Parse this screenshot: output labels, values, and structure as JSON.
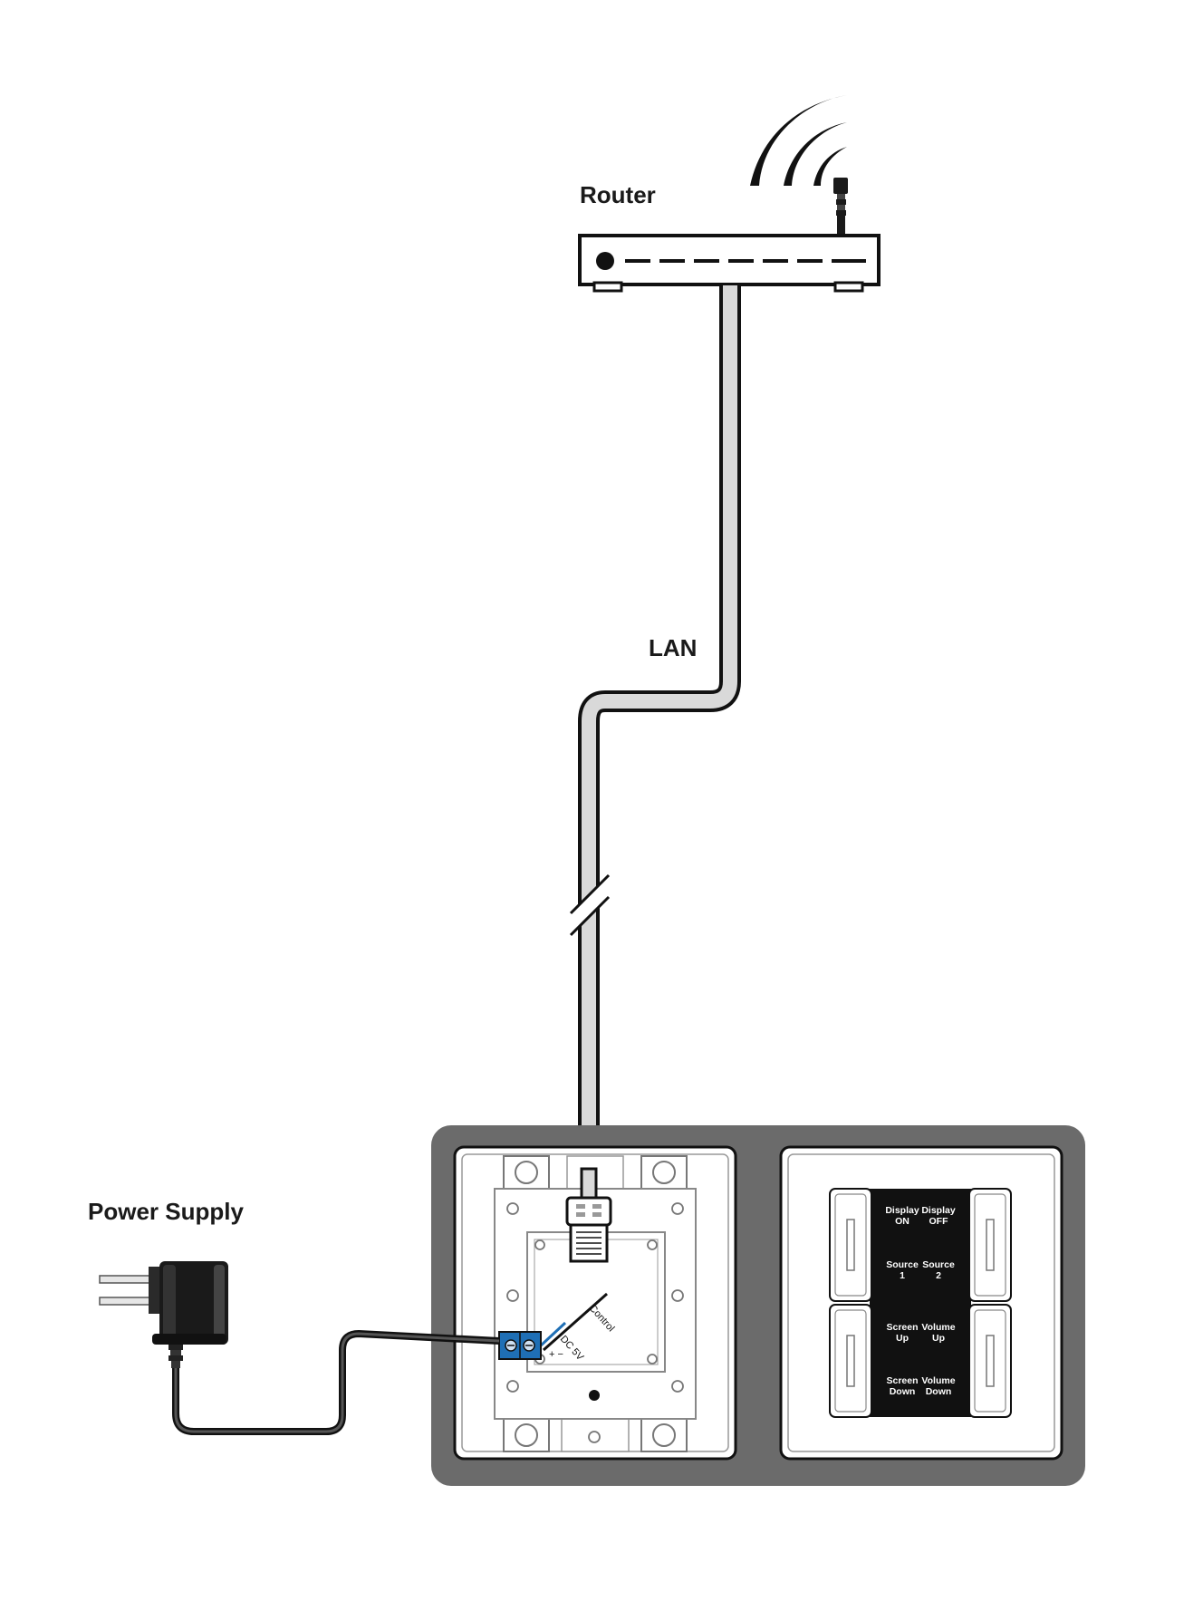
{
  "labels": {
    "router": "Router",
    "lan": "LAN",
    "power_supply": "Power Supply"
  },
  "terminal": {
    "control": "Control",
    "dc_5v": "DC 5V",
    "plus_minus": "+ −"
  },
  "keypad_buttons": [
    {
      "line1": "Display",
      "line2": "ON"
    },
    {
      "line1": "Display",
      "line2": "OFF"
    },
    {
      "line1": "Source",
      "line2": "1"
    },
    {
      "line1": "Source",
      "line2": "2"
    },
    {
      "line1": "Screen",
      "line2": "Up"
    },
    {
      "line1": "Volume",
      "line2": "Up"
    },
    {
      "line1": "Screen",
      "line2": "Down"
    },
    {
      "line1": "Volume",
      "line2": "Down"
    }
  ],
  "colors": {
    "enclosure": "#6b6b6b",
    "cable_fill": "#d9d9d9",
    "terminal_block": "#1f6fb5",
    "keypad_panel": "#111111",
    "adapter": "#1a1a1a"
  }
}
